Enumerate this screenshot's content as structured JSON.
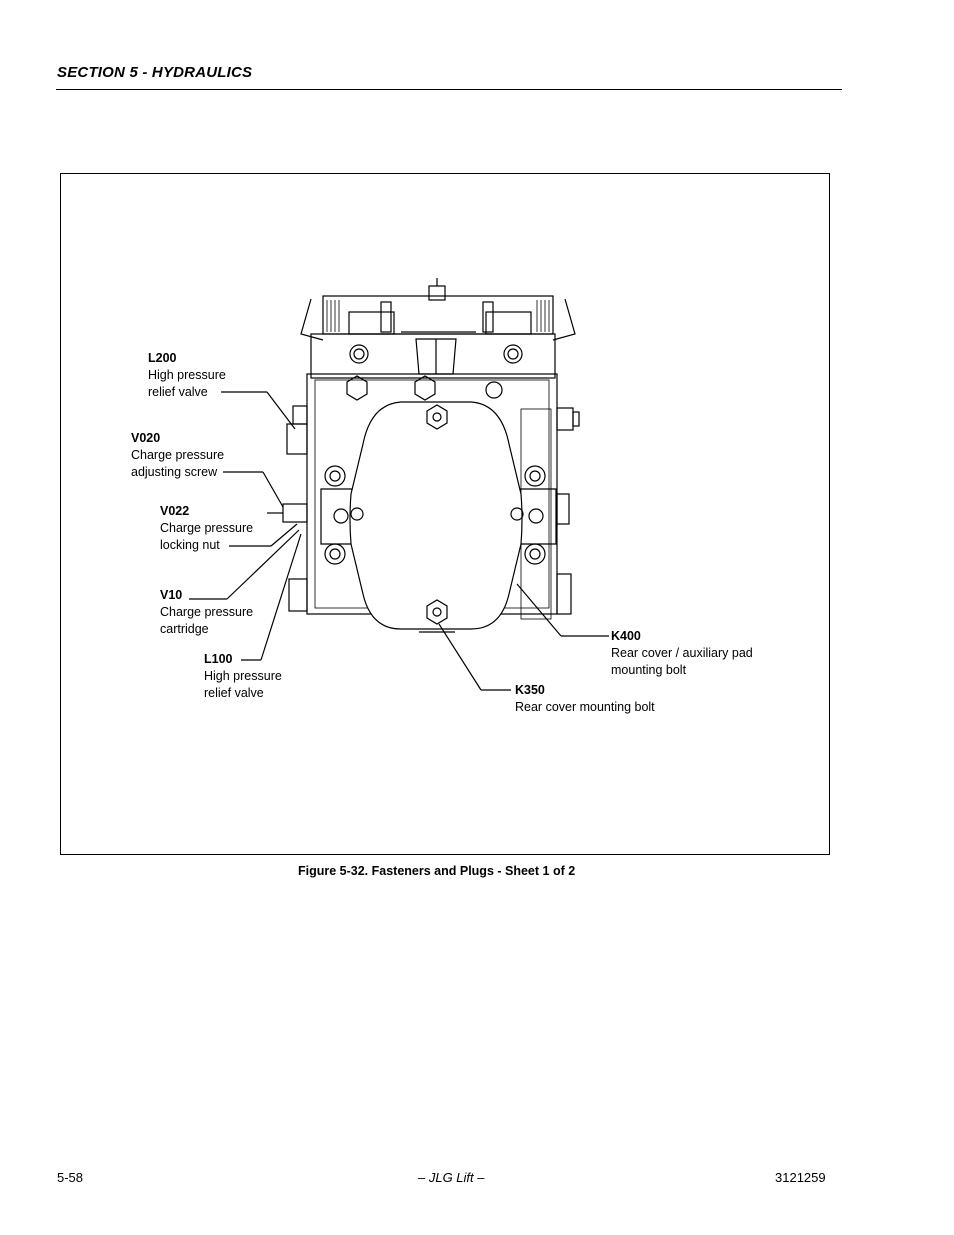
{
  "header": {
    "section": "SECTION 5 - HYDRAULICS"
  },
  "figure": {
    "caption": "Figure 5-32.  Fasteners and Plugs - Sheet 1 of 2",
    "callouts": [
      {
        "code": "L200",
        "lines": [
          "High pressure",
          "relief valve"
        ]
      },
      {
        "code": "V020",
        "lines": [
          "Charge pressure",
          "adjusting screw"
        ]
      },
      {
        "code": "V022",
        "lines": [
          "Charge pressure",
          "locking nut"
        ]
      },
      {
        "code": "V10",
        "lines": [
          "Charge pressure",
          "cartridge"
        ]
      },
      {
        "code": "L100",
        "lines": [
          "High pressure",
          "relief valve"
        ]
      },
      {
        "code": "K400",
        "lines": [
          "Rear cover / auxiliary pad",
          "mounting bolt"
        ]
      },
      {
        "code": "K350",
        "lines": [
          "Rear cover mounting bolt"
        ]
      }
    ]
  },
  "footer": {
    "page_number": "5-58",
    "center": "– JLG Lift –",
    "doc_number": "3121259"
  }
}
